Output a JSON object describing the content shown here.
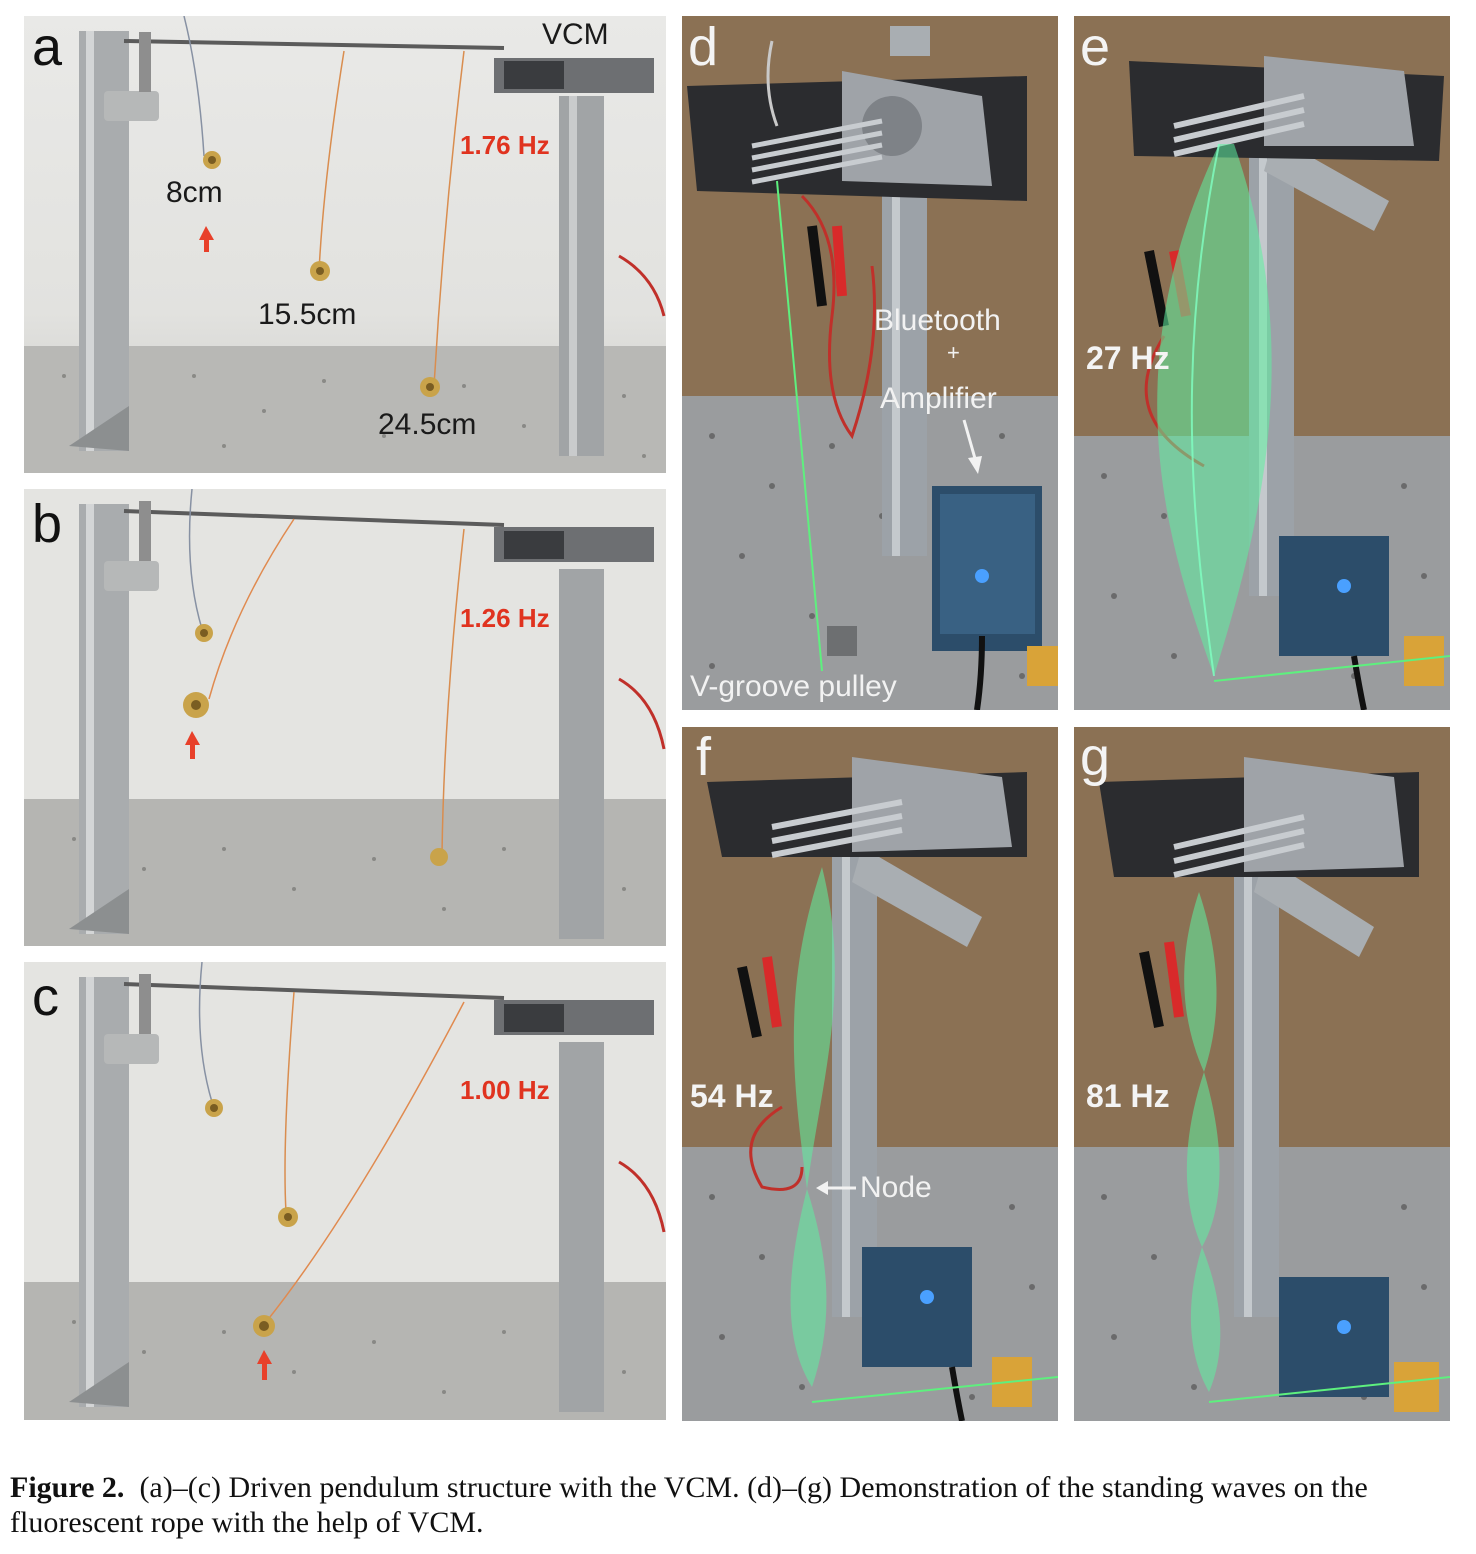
{
  "panels": {
    "a": {
      "label": "a",
      "vcm": "VCM",
      "freq": "1.76 Hz",
      "len1": "8cm",
      "len2": "15.5cm",
      "len3": "24.5cm"
    },
    "b": {
      "label": "b",
      "freq": "1.26 Hz"
    },
    "c": {
      "label": "c",
      "freq": "1.00 Hz"
    },
    "d": {
      "label": "d",
      "bluetooth": "Bluetooth",
      "plus": "+",
      "amplifier": "Amplifier",
      "pulley": "V-groove pulley"
    },
    "e": {
      "label": "e",
      "freq": "27 Hz"
    },
    "f": {
      "label": "f",
      "freq": "54 Hz",
      "node": "Node"
    },
    "g": {
      "label": "g",
      "freq": "81 Hz"
    }
  },
  "caption": {
    "figure_label": "Figure 2.",
    "text": "(a)–(c) Driven pendulum structure with the VCM. (d)–(g) Demonstration of the standing waves on the fluorescent rope with the help of VCM."
  },
  "colors": {
    "frequency_red": "#e0331f",
    "rope_green": "#5ef0a0",
    "arrow_red": "#e8402a"
  }
}
